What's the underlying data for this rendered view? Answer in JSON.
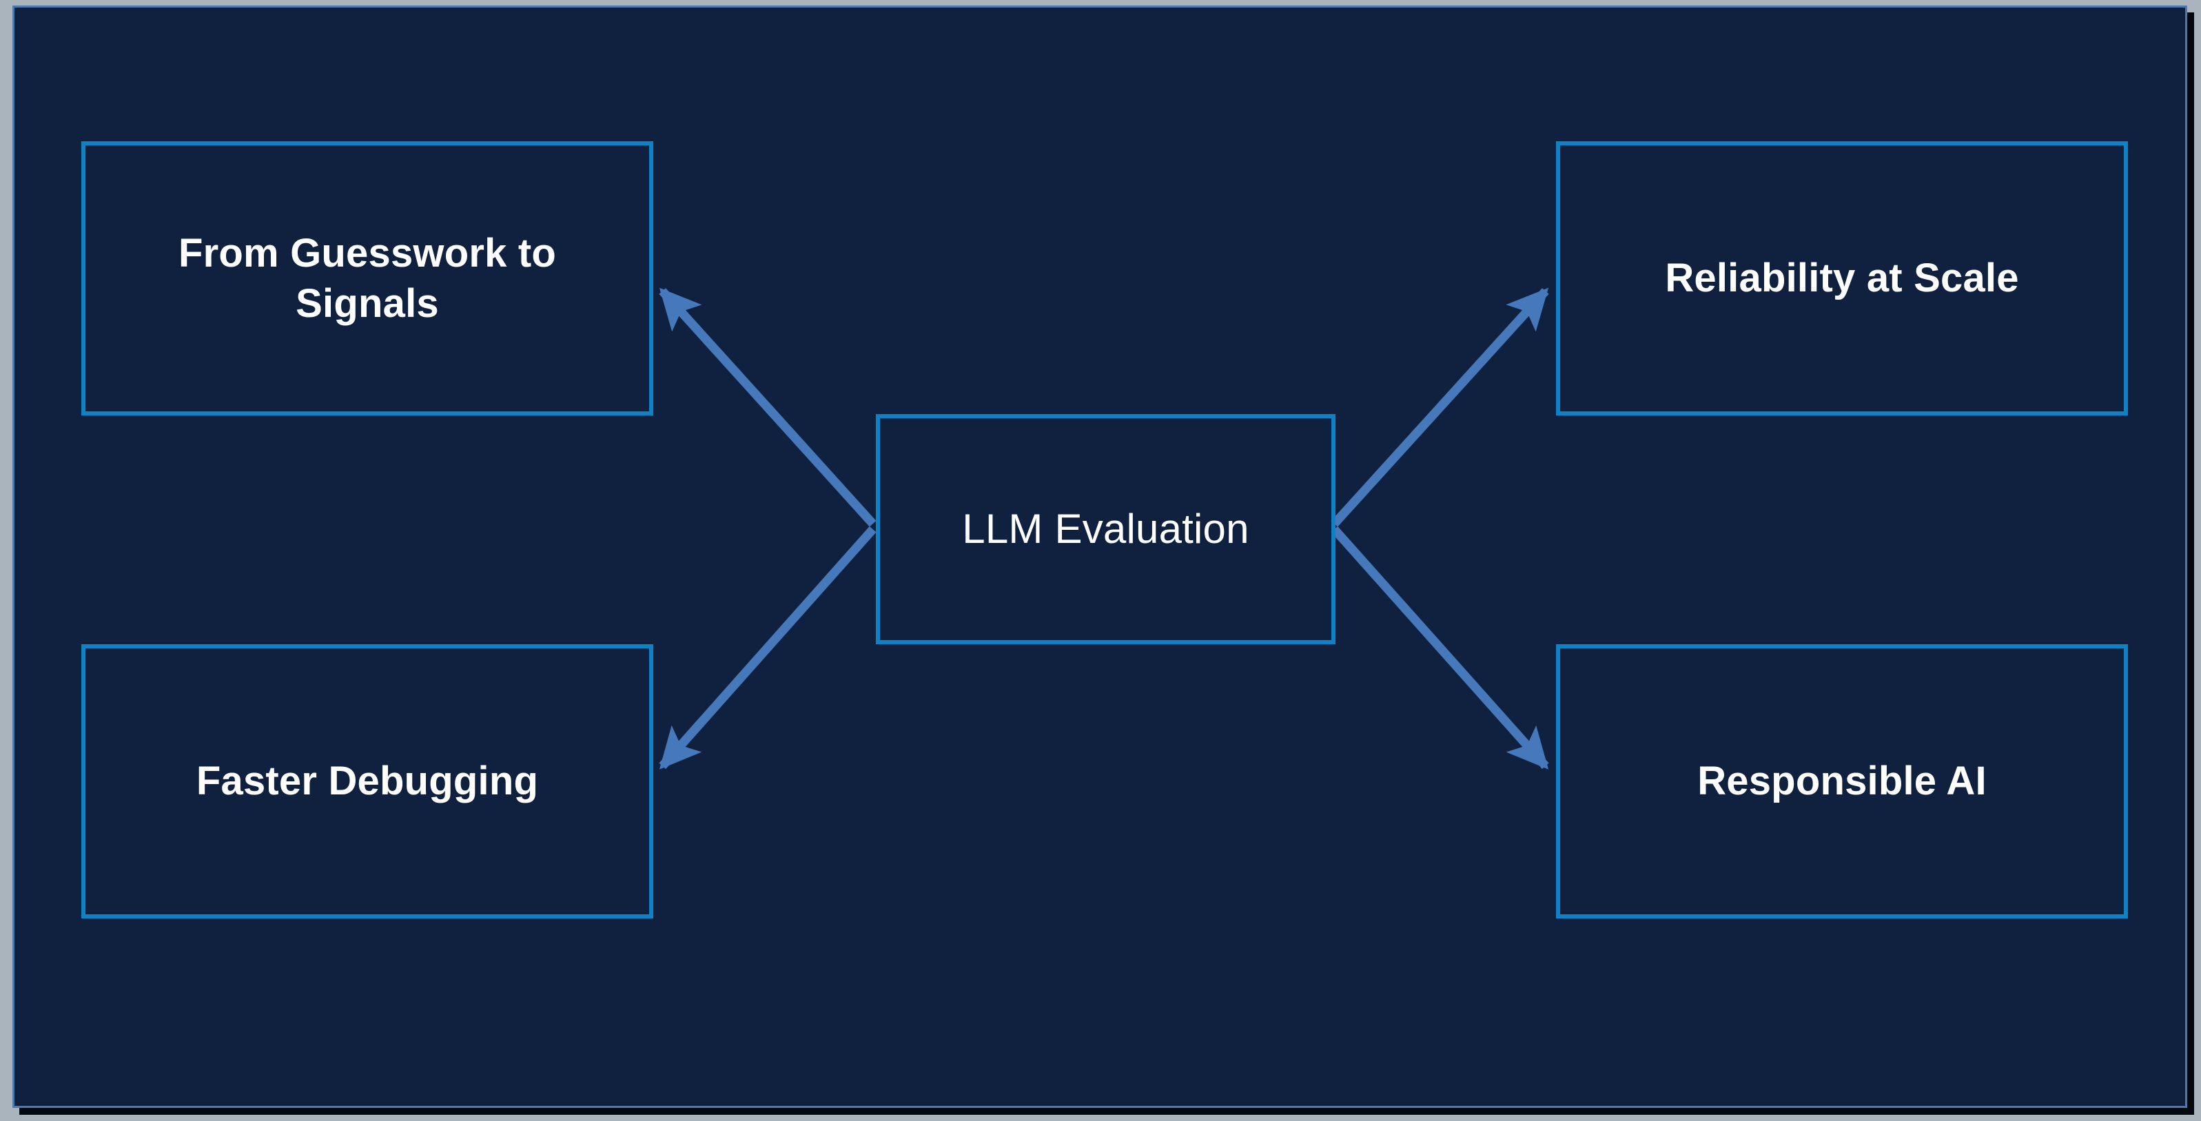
{
  "canvas": {
    "background_color": "#10213f",
    "page_background_color": "#a9b4bc",
    "frame_color": "#4c7ab0"
  },
  "theme": {
    "node_border_color": "#0e82c4",
    "node_text_color": "#ffffff",
    "arrow_color": "#4679bc"
  },
  "diagram": {
    "type": "hub-and-spoke",
    "center": {
      "id": "llm-evaluation",
      "label": "LLM Evaluation"
    },
    "nodes": [
      {
        "id": "from-guesswork-to-signals",
        "label": "From Guesswork to\nSignals",
        "position": "top-left"
      },
      {
        "id": "faster-debugging",
        "label": "Faster Debugging",
        "position": "bottom-left"
      },
      {
        "id": "reliability-at-scale",
        "label": "Reliability at Scale",
        "position": "top-right"
      },
      {
        "id": "responsible-ai",
        "label": "Responsible AI",
        "position": "bottom-right"
      }
    ],
    "edges": [
      {
        "from": "llm-evaluation",
        "to": "from-guesswork-to-signals",
        "arrowhead": "end"
      },
      {
        "from": "llm-evaluation",
        "to": "faster-debugging",
        "arrowhead": "end"
      },
      {
        "from": "llm-evaluation",
        "to": "reliability-at-scale",
        "arrowhead": "end"
      },
      {
        "from": "llm-evaluation",
        "to": "responsible-ai",
        "arrowhead": "end"
      }
    ]
  }
}
